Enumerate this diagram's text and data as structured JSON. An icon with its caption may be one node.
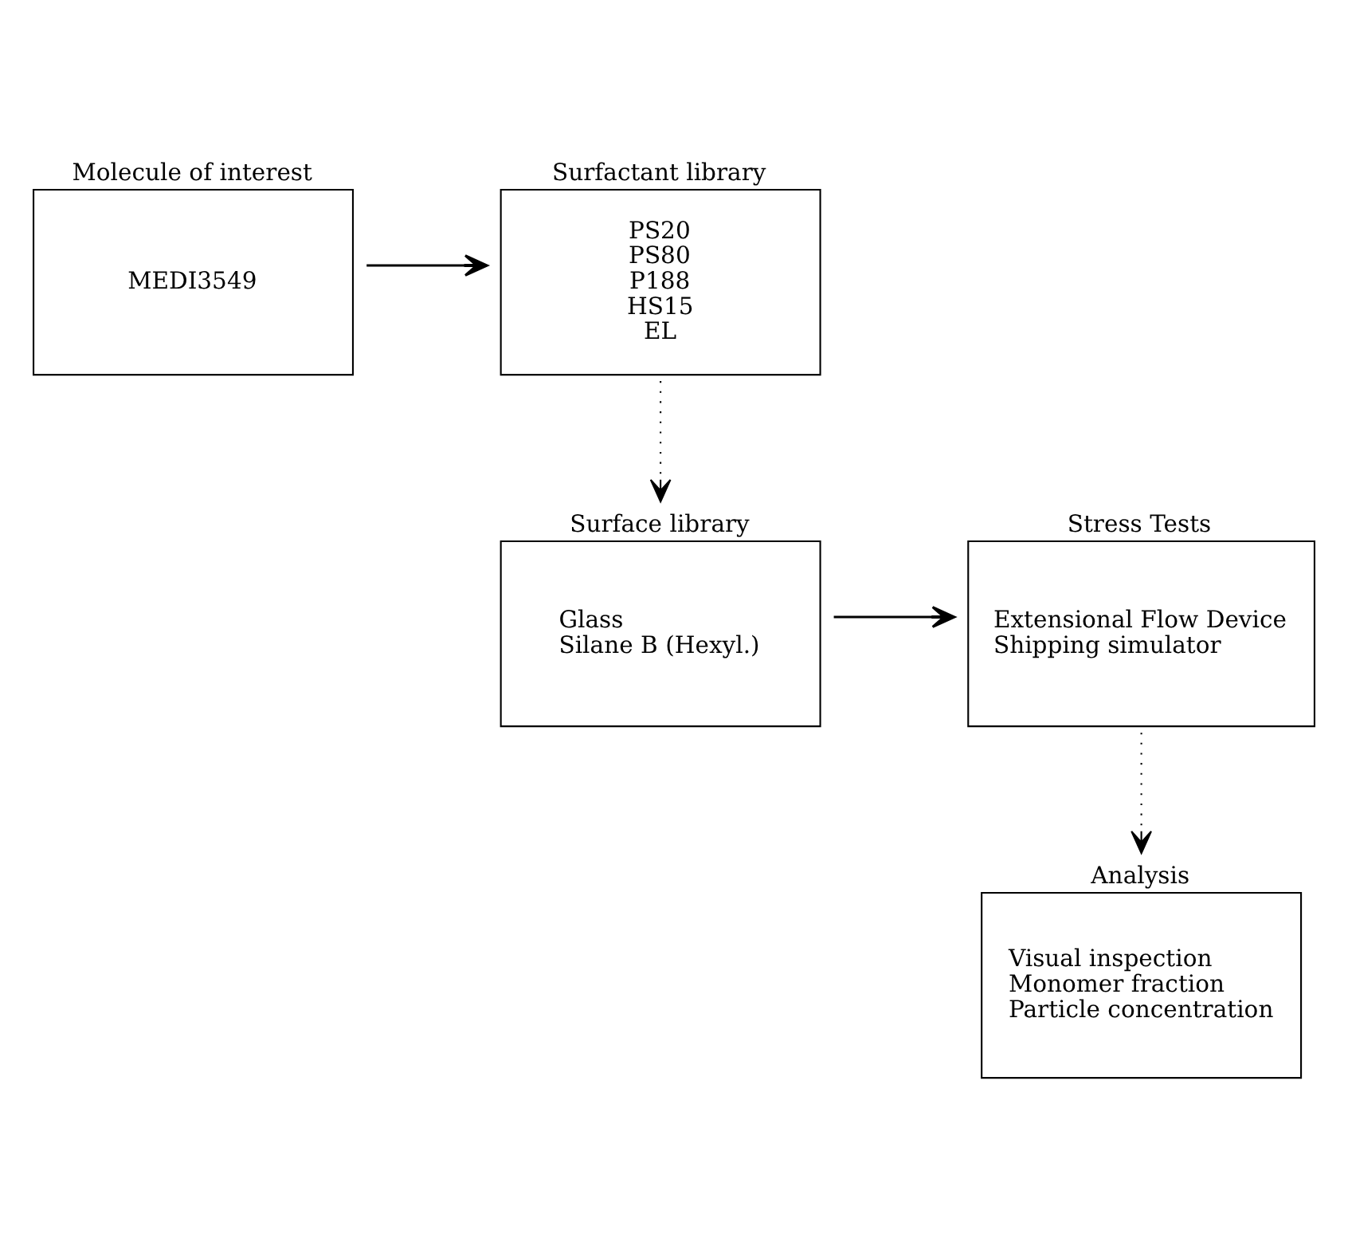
{
  "diagram": {
    "nodes": [
      {
        "text": [
          "Molecule of interest",
          "MEDI3549"
        ]
      },
      {
        "text": [
          "Surfactant library",
          "PS20",
          "PS80",
          "P188",
          "HS15",
          "EL"
        ]
      },
      {
        "text": [
          "Surface library",
          "Glass",
          "Silane B (Hexyl.)"
        ]
      },
      {
        "text": [
          "Stress Tests",
          "Extensional Flow Device",
          "Shipping simulator"
        ]
      },
      {
        "text": [
          "Analysis",
          "Visual inspection",
          "Monomer fraction",
          "Particle concentration"
        ]
      }
    ],
    "edges": [
      {
        "from": 0,
        "to": 1,
        "arrow": "to"
      },
      {
        "from": 1,
        "to": 2,
        "arrow": "to",
        "style": "dashed"
      },
      {
        "from": 2,
        "to": 3,
        "arrow": "to"
      },
      {
        "from": 3,
        "to": 4,
        "arrow": "to",
        "style": "dashed"
      }
    ]
  }
}
